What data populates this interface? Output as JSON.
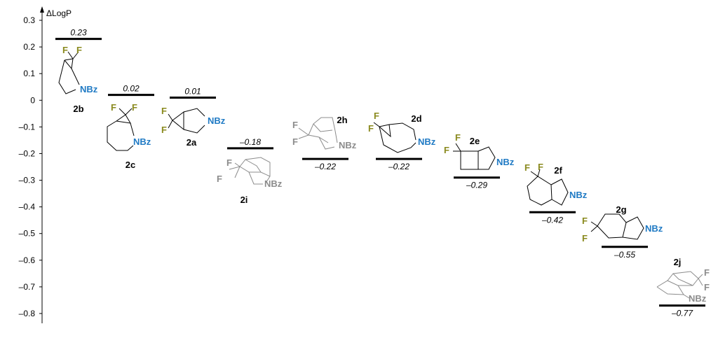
{
  "chart_data": {
    "type": "bar",
    "ylabel": "ΔLogP",
    "ylim": [
      -0.8,
      0.3
    ],
    "yticks": [
      "0.3",
      "0.2",
      "0.1",
      "0",
      "–0.1",
      "–0.2",
      "–0.3",
      "–0.4",
      "–0.5",
      "–0.6",
      "–0.7",
      "–0.8"
    ],
    "categories": [
      "2b",
      "2c",
      "2a",
      "2i",
      "2h",
      "2d",
      "2e",
      "2f",
      "2g",
      "2j"
    ],
    "values": [
      0.23,
      0.02,
      0.01,
      -0.18,
      -0.22,
      -0.22,
      -0.29,
      -0.42,
      -0.55,
      -0.77
    ],
    "value_labels": [
      "0.23",
      "0.02",
      "0.01",
      "–0.18",
      "–0.22",
      "–0.22",
      "–0.29",
      "–0.42",
      "–0.55",
      "–0.77"
    ],
    "atom_labels": {
      "fluorine": "F",
      "amide": "NBz"
    },
    "colors": {
      "fluorine": "#8a8a1e",
      "nbz": "#1f7ac4",
      "faded": "#8c8c8c",
      "bar": "#000000"
    }
  }
}
